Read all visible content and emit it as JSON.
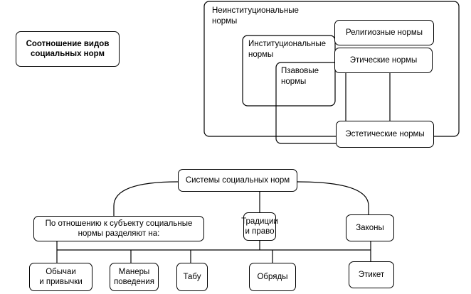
{
  "top": {
    "title": "Соотношение видов\nсоциальных норм",
    "noninstitutional": "Неинституциональные\nнормы",
    "institutional": "Институциональные\nнормы",
    "legal": "Пзавовые\nнормы",
    "religious": "Религиозные нормы",
    "ethical": "Этические нормы",
    "aesthetic": "Эстетические нормы"
  },
  "bottom": {
    "root": "Системы социальных норм",
    "subject": "По отношению к субъекту социальные\nнормы разделяют на:",
    "traditions": "Традиции\nи право",
    "laws": "Законы",
    "customs": "Обычаи\nи привычки",
    "manners": "Манеры\nповедения",
    "taboo": "Табу",
    "rituals": "Обряды",
    "etiquette": "Этикет"
  }
}
